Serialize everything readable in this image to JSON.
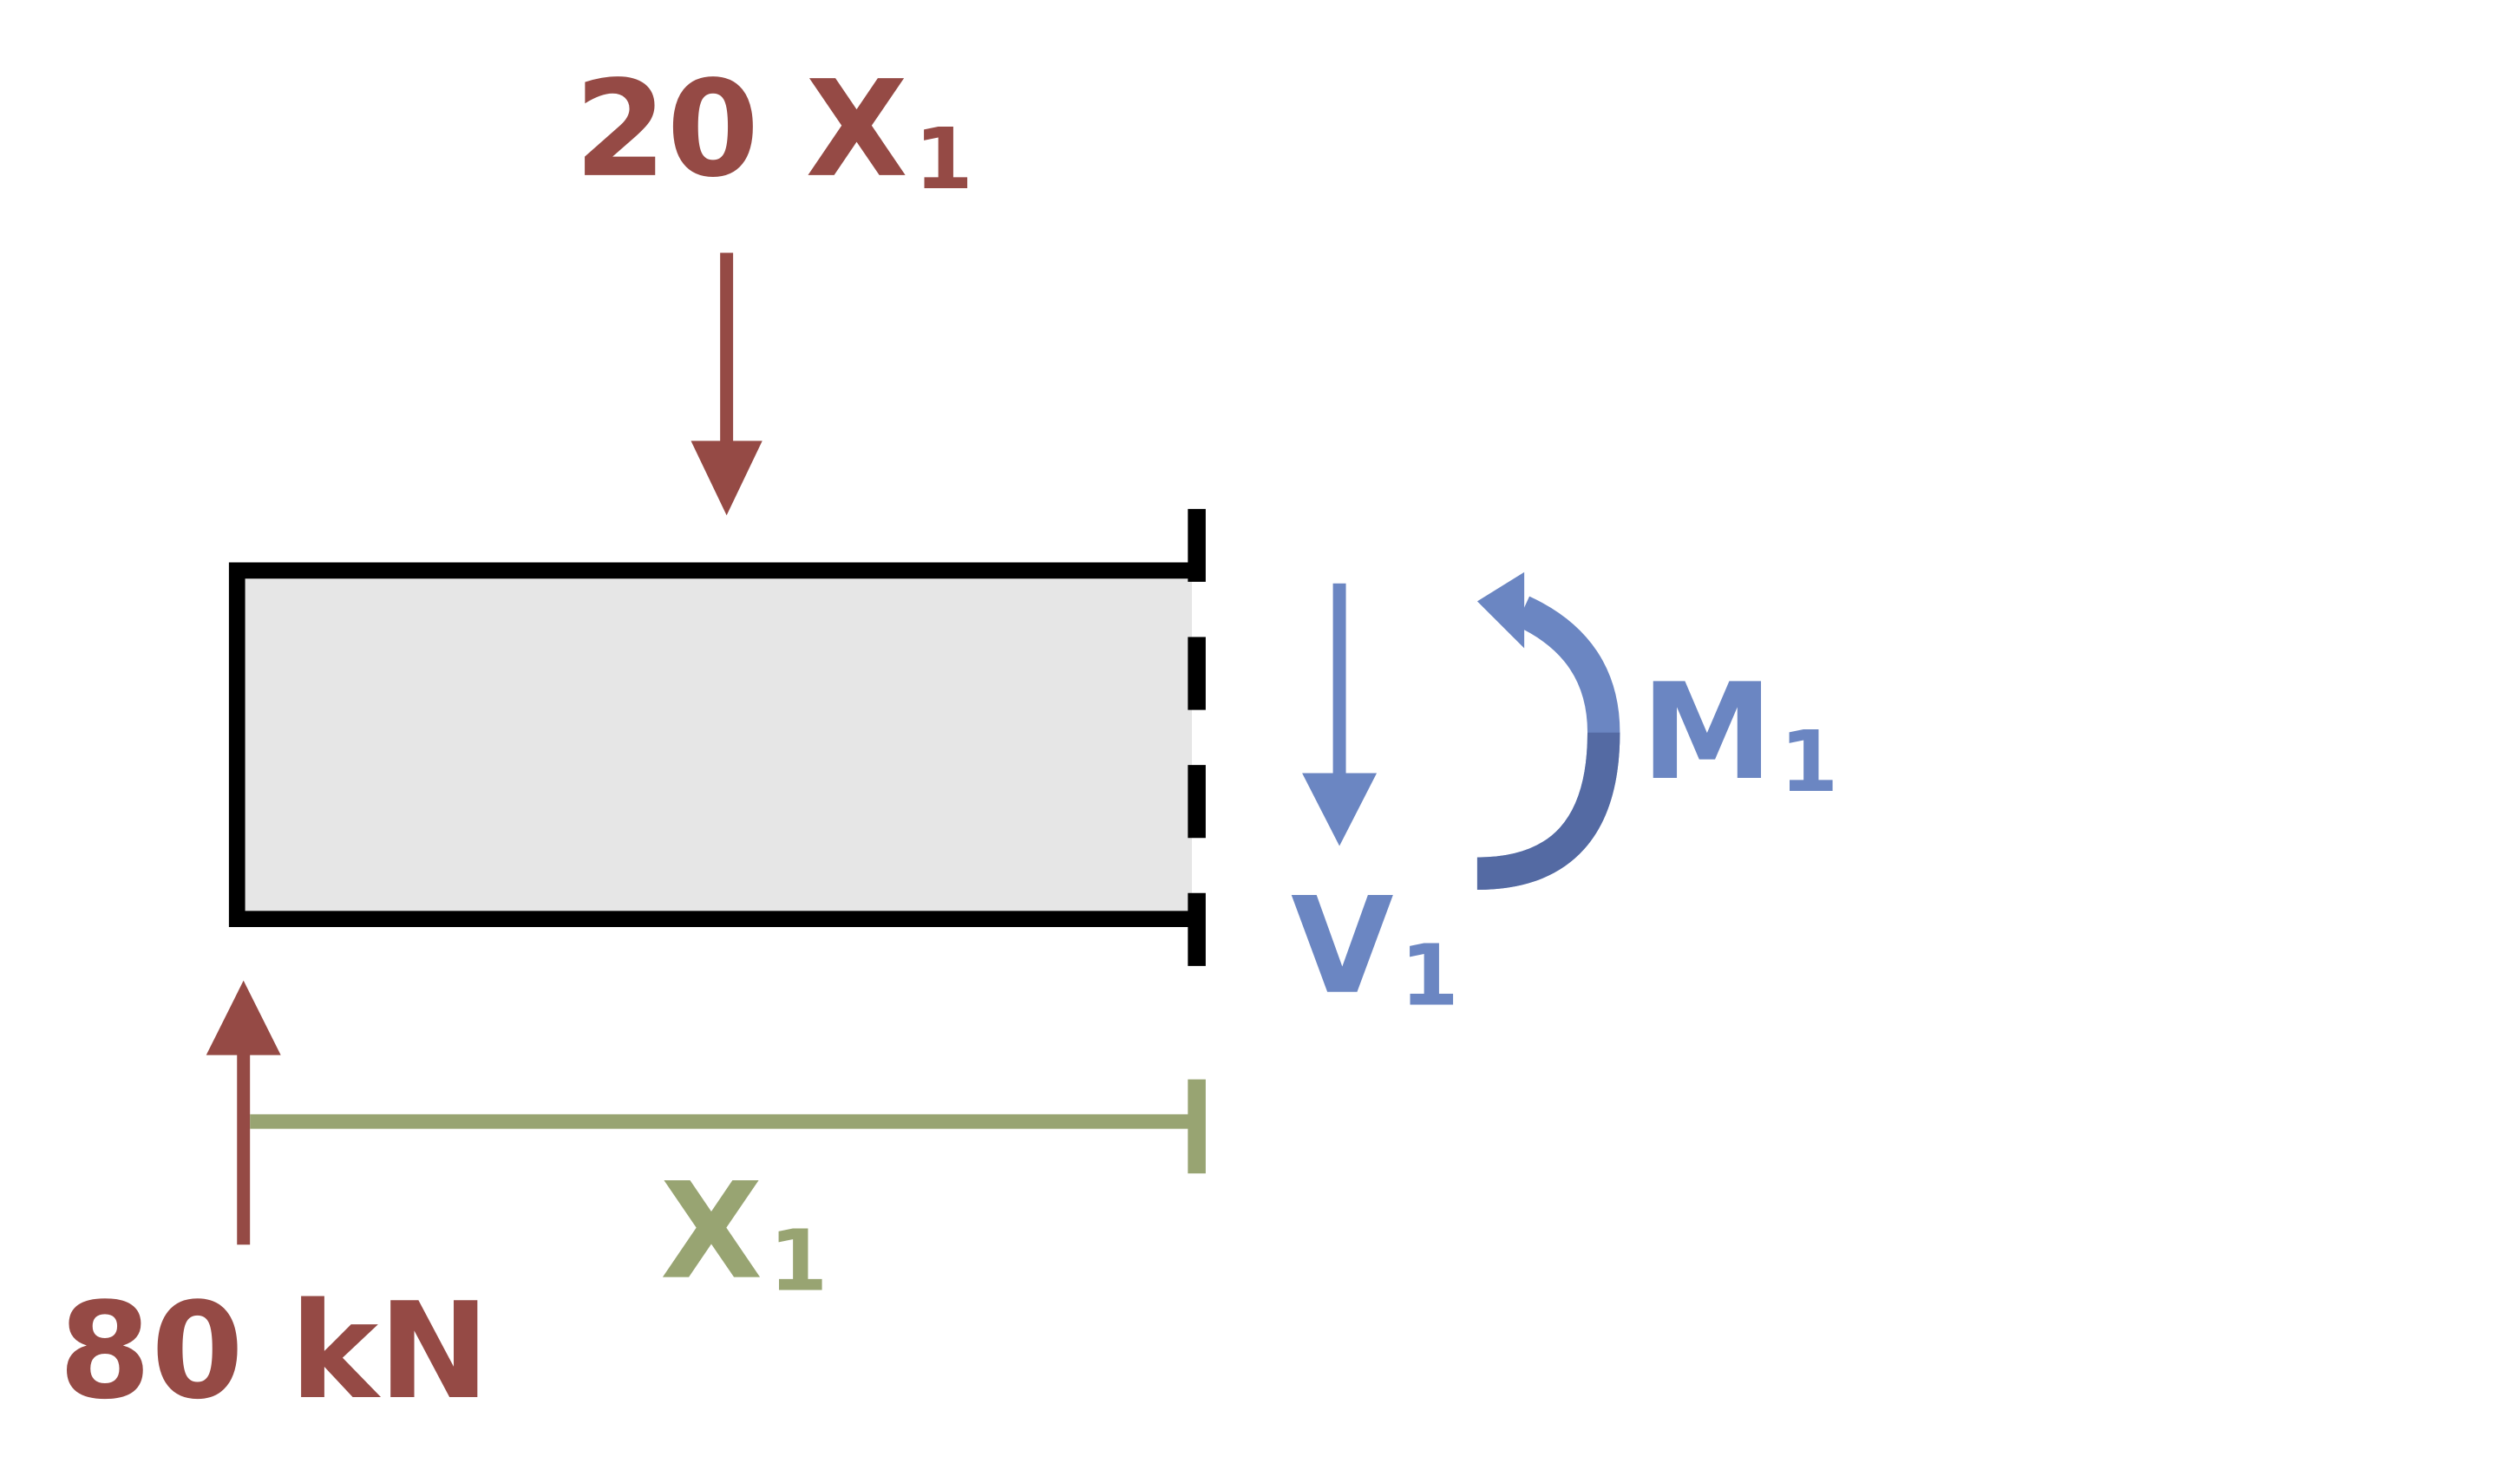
{
  "labels": {
    "distributed_load": {
      "main": "20 X",
      "sub": "1"
    },
    "reaction": {
      "main": "80 kN"
    },
    "distance": {
      "main": "X",
      "sub": "1"
    },
    "shear": {
      "main": "V",
      "sub": "1"
    },
    "moment": {
      "main": "M",
      "sub": "1"
    }
  },
  "colors": {
    "load": "#954a45",
    "internal": "#6b86c2",
    "internal_dark": "#546aa3",
    "dimension": "#98a472",
    "outline": "#000000",
    "fill": "#e6e6e6"
  }
}
